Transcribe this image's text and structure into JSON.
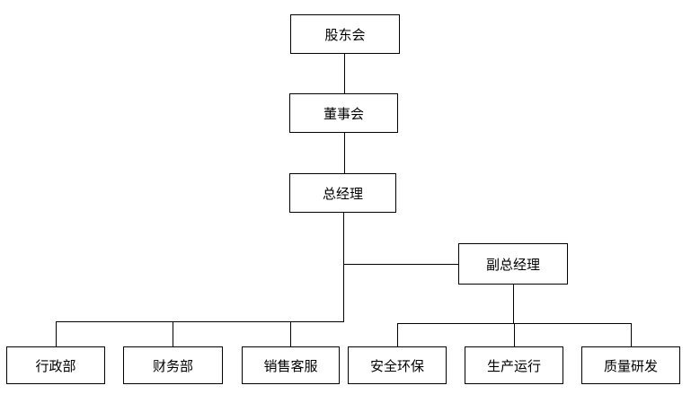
{
  "page": {
    "background": "#ffffff"
  },
  "diagram": {
    "type": "org-chart",
    "style": {
      "box_fill": "#ffffff",
      "box_border": "#000000",
      "line_color": "#000000",
      "text_color": "#000000"
    },
    "nodes": {
      "shareholders": {
        "label": "股东会"
      },
      "board": {
        "label": "董事会"
      },
      "general_manager": {
        "label": "总经理"
      },
      "deputy_general_manager": {
        "label": "副总经理"
      },
      "admin_dept": {
        "label": "行政部"
      },
      "finance_dept": {
        "label": "财务部"
      },
      "sales_service_dept": {
        "label": "销售客服"
      },
      "safety_env_dept": {
        "label": "安全环保"
      },
      "production_ops_dept": {
        "label": "生产运行"
      },
      "quality_rd_dept": {
        "label": "质量研发"
      }
    },
    "edges": [
      {
        "from": "股东会",
        "to": "董事会"
      },
      {
        "from": "董事会",
        "to": "总经理"
      },
      {
        "from": "总经理",
        "to": "副总经理"
      },
      {
        "from": "总经理",
        "to": "行政部"
      },
      {
        "from": "总经理",
        "to": "财务部"
      },
      {
        "from": "总经理",
        "to": "销售客服"
      },
      {
        "from": "副总经理",
        "to": "安全环保"
      },
      {
        "from": "副总经理",
        "to": "生产运行"
      },
      {
        "from": "副总经理",
        "to": "质量研发"
      }
    ]
  }
}
